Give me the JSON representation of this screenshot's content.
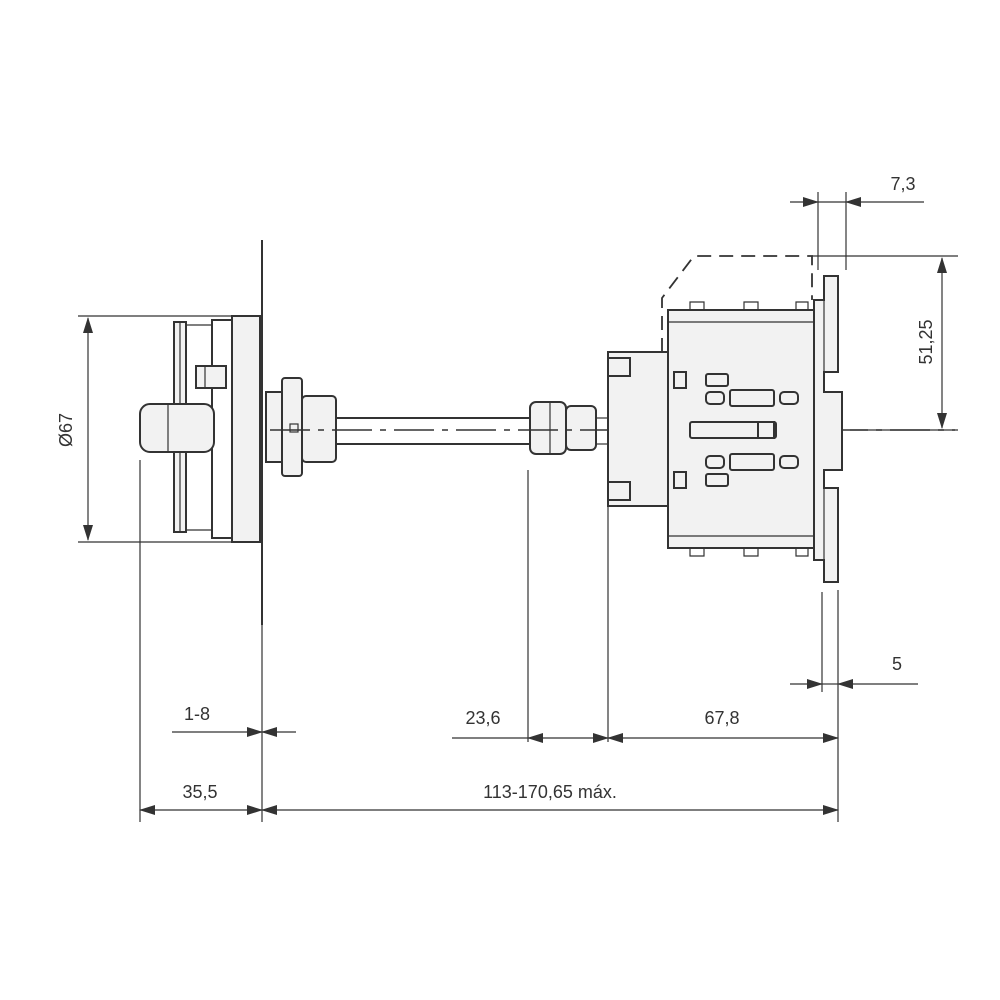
{
  "dimensions": {
    "diameter_knob": "Ø67",
    "panel_thickness": "1-8",
    "knob_depth": "35,5",
    "shaft_gap": "23,6",
    "switch_depth": "67,8",
    "total_length": "113-170,65 máx.",
    "mount_offset": "5",
    "rail_width": "7,3",
    "half_height": "51,25"
  },
  "colors": {
    "line": "#333333",
    "background": "#ffffff"
  }
}
